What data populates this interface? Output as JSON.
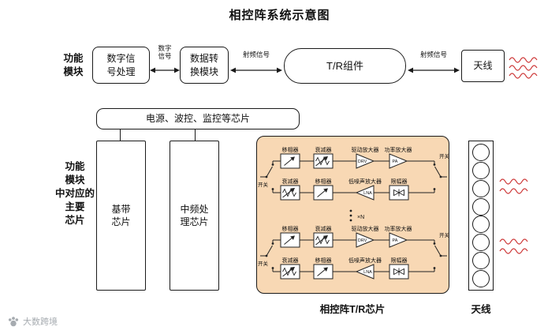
{
  "title": "相控阵系统示意图",
  "watermark": "大数跨境",
  "func_row": {
    "label": "功能\n模块",
    "dsp": "数字信\n号处理",
    "data_conv": "数据转\n换模块",
    "tr_module": "T/R组件",
    "antenna": "天线",
    "sig_digital": "数字\n信号",
    "sig_rf1": "射频信号",
    "sig_rf2": "射频信号"
  },
  "chip_row": {
    "label": "功能\n模块\n中对应的\n主要\n芯片",
    "power_chip": "电源、波控、监控等芯片",
    "baseband": "基带\n芯片",
    "if_chip": "中频处\n理芯片",
    "tr_chip_label": "相控阵T/R芯片",
    "antenna_label": "天线",
    "antenna_element_count": 8
  },
  "components": {
    "phase_shifter": "移相器",
    "attenuator": "衰减器",
    "driver_amp": "驱动放大器",
    "power_amp": "功率放大器",
    "lna": "低噪声放大器",
    "limiter": "限幅器",
    "switch": "开关",
    "drv_abbr": "DRV",
    "pa_abbr": "PA",
    "lna_abbr": "LNA",
    "repeat": "×N"
  },
  "colors": {
    "chip_panel_fill": "#f8d8b4",
    "signal_red": "#cc3333",
    "line_black": "#1a1a1a",
    "watermark_gray": "#a6abb0"
  }
}
